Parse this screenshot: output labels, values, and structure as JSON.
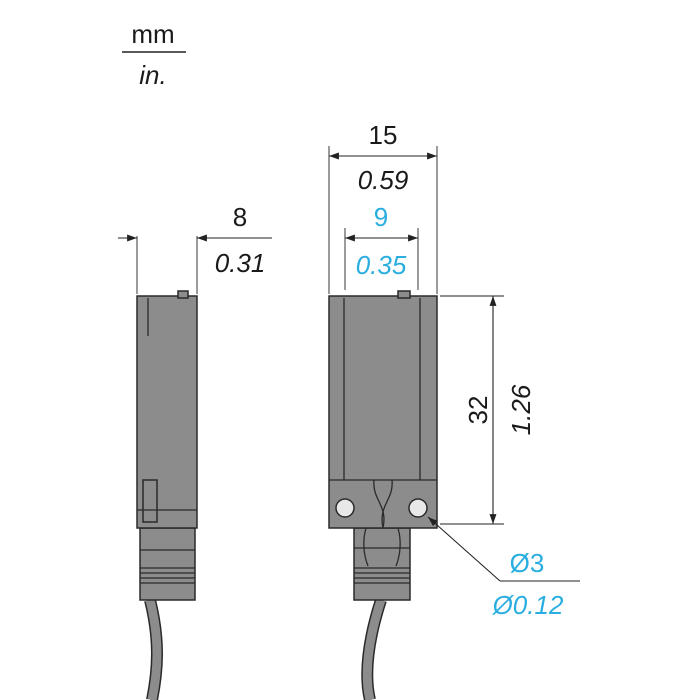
{
  "units": {
    "primary": "mm",
    "secondary": "in."
  },
  "dimensions": {
    "side_thickness": {
      "mm": "8",
      "in": "0.31"
    },
    "front_width": {
      "mm": "15",
      "in": "0.59"
    },
    "hole_spacing": {
      "mm": "9",
      "in": "0.35"
    },
    "height": {
      "mm": "32",
      "in": "1.26"
    },
    "hole_diameter": {
      "mm": "Ø3",
      "in": "Ø0.12"
    }
  },
  "colors": {
    "dimension_text": "#1a1a1a",
    "highlight_text": "#2aaee0",
    "body": "#8c8c8c",
    "outline": "#2a2a2a"
  }
}
